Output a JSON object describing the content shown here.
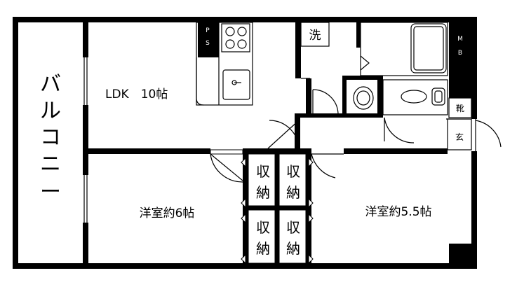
{
  "rooms": {
    "balcony": "バルコニー",
    "ldk": "LDK　10帖",
    "western_room_left": "洋室約6帖",
    "western_room_right": "洋室約5.5帖"
  },
  "fixtures": {
    "ps": [
      "P",
      "S"
    ],
    "mb": [
      "M",
      "B"
    ],
    "laundry": "洗",
    "shoe_box": "靴",
    "entrance": "玄"
  },
  "closet_labels": [
    [
      "収",
      "納"
    ],
    [
      "収",
      "納"
    ],
    [
      "収",
      "納"
    ],
    [
      "収",
      "納"
    ]
  ]
}
